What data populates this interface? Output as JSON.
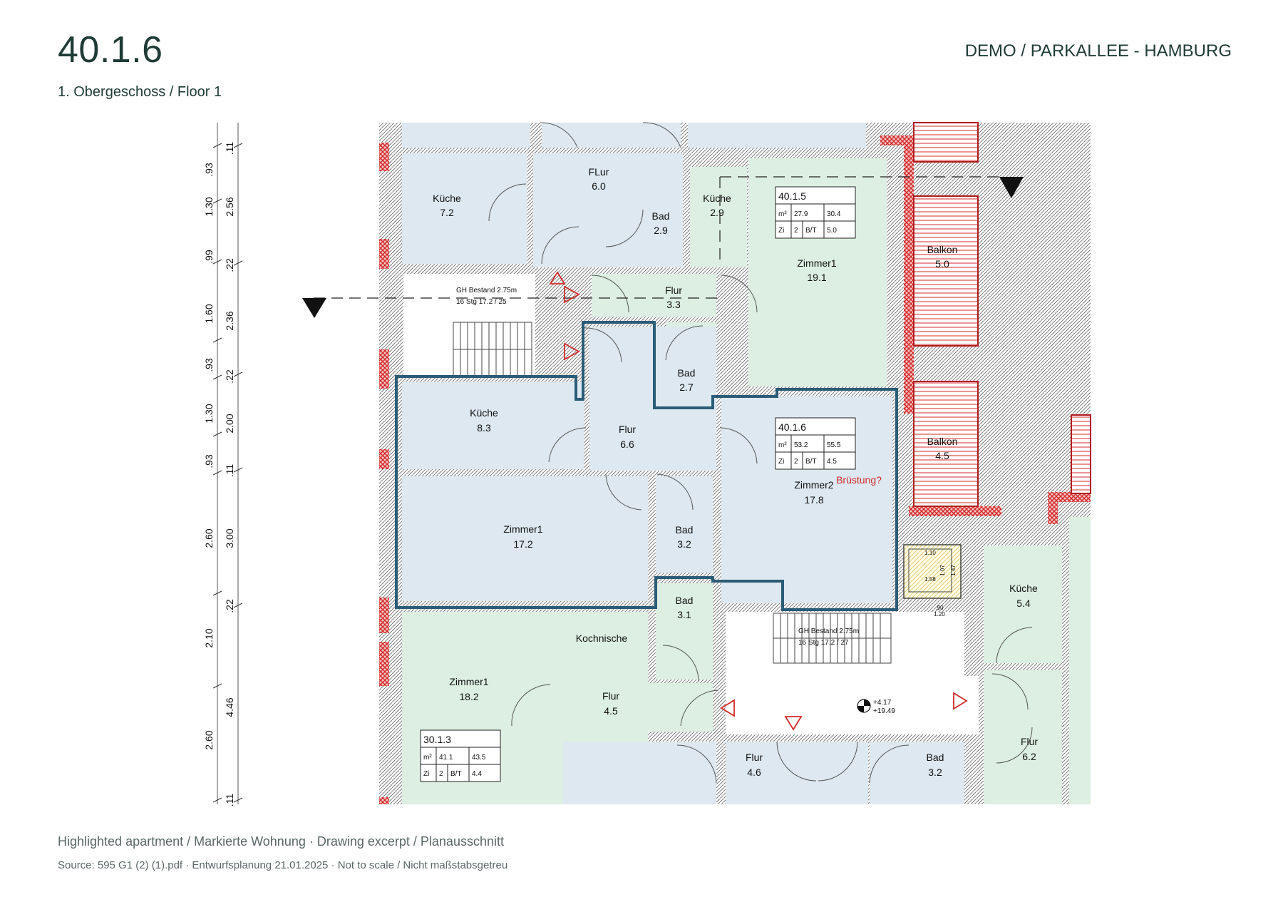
{
  "header": {
    "unit_id": "40.1.6",
    "floor": "1. Obergeschoss / Floor 1",
    "project": "DEMO / PARKALLEE - HAMBURG"
  },
  "footer": {
    "caption": "Highlighted apartment / Markierte Wohnung · Drawing excerpt / Planausschnitt",
    "source": "Source: 595 G1 (2) (1).pdf · Entwurfsplanung 21.01.2025 · Not to scale / Nicht maßstabsgetreu"
  },
  "colors": {
    "wall": "#8a8a8a",
    "room_blue": "#dde8f0",
    "room_green": "#dcefe2",
    "highlight": "#2b5c77",
    "demolition": "#d42a2a",
    "text": "#1f3b36"
  },
  "dimensions": {
    "left_col": [
      ".93",
      "1.30",
      ".99",
      "1.60",
      ".93",
      "1.30",
      ".93",
      "2.60",
      "2.10",
      "2.60"
    ],
    "right_col": [
      ".11",
      "2.56",
      ".22",
      "2.36",
      ".22",
      "2.00",
      ".11",
      "3.00",
      ".22",
      "4.46",
      ".11"
    ]
  },
  "rooms": {
    "kueche_72": {
      "name": "Küche",
      "area": "7.2"
    },
    "flur_60": {
      "name": "FLur",
      "area": "6.0"
    },
    "bad_29": {
      "name": "Bad",
      "area": "2.9"
    },
    "kueche_29": {
      "name": "Küche",
      "area": "2.9"
    },
    "zimmer1_191": {
      "name": "Zimmer1",
      "area": "19.1"
    },
    "balkon_50": {
      "name": "Balkon",
      "area": "5.0"
    },
    "flur_33": {
      "name": "Flur",
      "area": "3.3"
    },
    "bad_27": {
      "name": "Bad",
      "area": "2.7"
    },
    "kueche_83": {
      "name": "Küche",
      "area": "8.3"
    },
    "flur_66": {
      "name": "Flur",
      "area": "6.6"
    },
    "zimmer2_178": {
      "name": "Zimmer2",
      "area": "17.8"
    },
    "balkon_45": {
      "name": "Balkon",
      "area": "4.5"
    },
    "zimmer1_172": {
      "name": "Zimmer1",
      "area": "17.2"
    },
    "bad_32a": {
      "name": "Bad",
      "area": "3.2"
    },
    "bad_31": {
      "name": "Bad",
      "area": "3.1"
    },
    "kochnische": {
      "name": "Kochnische"
    },
    "zimmer1_182": {
      "name": "Zimmer1",
      "area": "18.2"
    },
    "flur_45": {
      "name": "Flur",
      "area": "4.5"
    },
    "kueche_54": {
      "name": "Küche",
      "area": "5.4"
    },
    "flur_46": {
      "name": "Flur",
      "area": "4.6"
    },
    "bad_32b": {
      "name": "Bad",
      "area": "3.2"
    },
    "flur_62": {
      "name": "Flur",
      "area": "6.2"
    }
  },
  "annotations": {
    "bruestung": "Brüstung?",
    "stair1_line1": "GH Bestand 2.75m",
    "stair1_line2": "16 Stg 17.2 / 25",
    "stair2_line1": "GH Bestand 2.75m",
    "stair2_line2": "16 Stg 17.2 / 27",
    "level_1": "+4.17",
    "level_2": "+19.49",
    "lift_w": "1.10",
    "lift_d": "1.58",
    "lift_h1": "1.07",
    "lift_h2": "1.47",
    "lift_door": ".90",
    "lift_door2": "1.20"
  },
  "unit_boxes": [
    {
      "id": "40.1.5",
      "m2_label": "m²",
      "m2_a": "27.9",
      "m2_b": "30.4",
      "zi_label": "Zi",
      "zi": "2",
      "bt_label": "B/T",
      "bt": "5.0"
    },
    {
      "id": "40.1.6",
      "m2_label": "m²",
      "m2_a": "53.2",
      "m2_b": "55.5",
      "zi_label": "Zi",
      "zi": "2",
      "bt_label": "B/T",
      "bt": "4.5"
    },
    {
      "id": "30.1.3",
      "m2_label": "m²",
      "m2_a": "41.1",
      "m2_b": "43.5",
      "zi_label": "Zi",
      "zi": "2",
      "bt_label": "B/T",
      "bt": "4.4"
    }
  ]
}
